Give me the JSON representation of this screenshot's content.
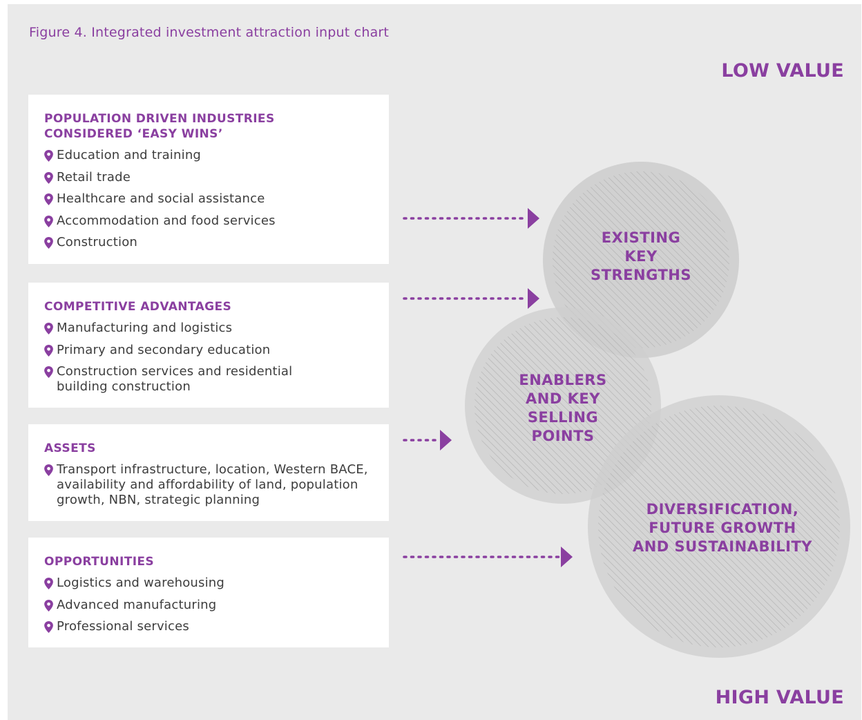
{
  "figure_title": "Figure 4. Integrated investment attraction input chart",
  "scale": {
    "top": "LOW VALUE",
    "bottom": "HIGH VALUE"
  },
  "colors": {
    "accent": "#8a3fa0",
    "panel": "#eaeaea",
    "circle": "#cdcdcd",
    "hatch": "#b2b2b2"
  },
  "icon": "map-pin-icon",
  "cards": [
    {
      "title_lines": [
        "POPULATION DRIVEN INDUSTRIES",
        "CONSIDERED ‘EASY WINS’"
      ],
      "items": [
        "Education and training",
        "Retail trade",
        "Healthcare and social assistance",
        "Accommodation and food services",
        "Construction"
      ]
    },
    {
      "title_lines": [
        "COMPETITIVE ADVANTAGES"
      ],
      "items": [
        [
          "Manufacturing and logistics"
        ],
        [
          "Primary and secondary education"
        ],
        [
          "Construction services and residential",
          "building construction"
        ]
      ]
    },
    {
      "title_lines": [
        "ASSETS"
      ],
      "items": [
        [
          "Transport infrastructure, location, Western BACE,",
          "availability and affordability of land, population",
          "growth, NBN, strategic planning"
        ]
      ]
    },
    {
      "title_lines": [
        "OPPORTUNITIES"
      ],
      "items": [
        "Logistics and warehousing",
        "Advanced manufacturing",
        "Professional services"
      ]
    }
  ],
  "circles": [
    {
      "lines": [
        "EXISTING",
        "KEY",
        "STRENGTHS"
      ]
    },
    {
      "lines": [
        "ENABLERS",
        "AND KEY",
        "SELLING",
        "POINTS"
      ]
    },
    {
      "lines": [
        "DIVERSIFICATION,",
        "FUTURE GROWTH",
        "AND SUSTAINABILITY"
      ]
    }
  ]
}
